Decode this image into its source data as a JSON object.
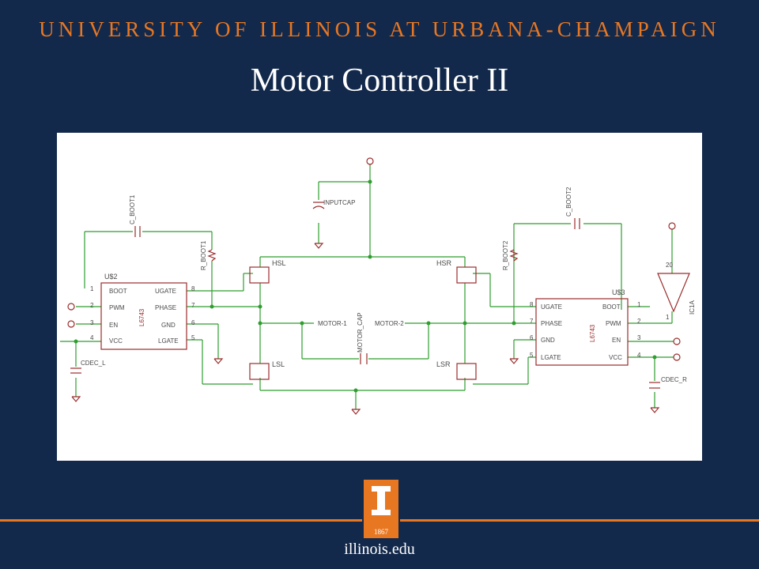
{
  "slide": {
    "header": "UNIVERSITY OF ILLINOIS AT URBANA-CHAMPAIGN",
    "title": "Motor Controller II",
    "footer_url": "illinois.edu",
    "logo_year": "1867"
  },
  "colors": {
    "background": "#13294b",
    "accent": "#e87722",
    "wire": "#2e9e2e",
    "component": "#9b2c2c"
  },
  "schematic": {
    "left_driver": {
      "ref": "U$2",
      "part": "L6743",
      "left_pins": [
        {
          "num": "1",
          "name": "BOOT"
        },
        {
          "num": "2",
          "name": "PWM"
        },
        {
          "num": "3",
          "name": "EN"
        },
        {
          "num": "4",
          "name": "VCC"
        }
      ],
      "right_pins": [
        {
          "num": "8",
          "name": "UGATE"
        },
        {
          "num": "7",
          "name": "PHASE"
        },
        {
          "num": "6",
          "name": "GND"
        },
        {
          "num": "5",
          "name": "LGATE"
        }
      ]
    },
    "right_driver": {
      "ref": "U$3",
      "part": "L6743",
      "left_pins": [
        {
          "num": "8",
          "name": "UGATE"
        },
        {
          "num": "7",
          "name": "PHASE"
        },
        {
          "num": "6",
          "name": "GND"
        },
        {
          "num": "5",
          "name": "LGATE"
        }
      ],
      "right_pins": [
        {
          "num": "1",
          "name": "BOOT"
        },
        {
          "num": "2",
          "name": "PWM"
        },
        {
          "num": "3",
          "name": "EN"
        },
        {
          "num": "4",
          "name": "VCC"
        }
      ]
    },
    "labels": {
      "c_boot1": "C_BOOT1",
      "c_boot2": "C_BOOT2",
      "r_boot1": "R_BOOT1",
      "r_boot2": "R_BOOT2",
      "inputcap": "INPUTCAP",
      "hsl": "HSL",
      "hsr": "HSR",
      "lsl": "LSL",
      "lsr": "LSR",
      "motor1": "MOTOR-1",
      "motor2": "MOTOR-2",
      "motor_cap": "MOTOR_CAP",
      "cdec_l": "CDEC_L",
      "cdec_r": "CDEC_R",
      "ic1a": "IC1A",
      "ic_pin_top": "20",
      "ic_pin_bottom": "1"
    }
  }
}
